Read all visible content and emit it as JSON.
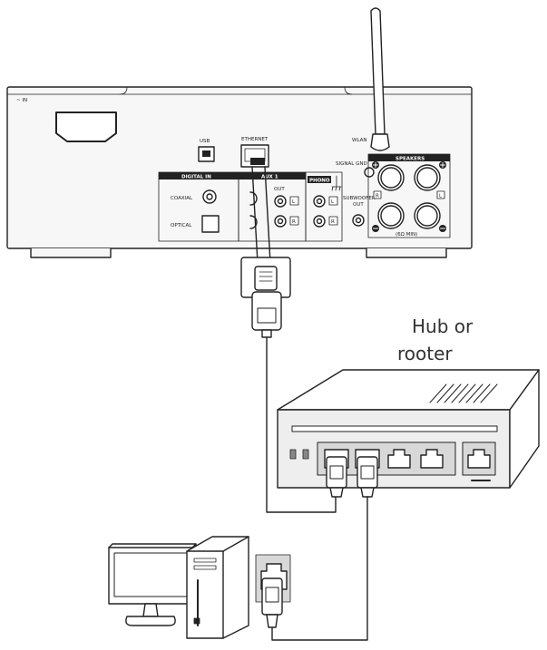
{
  "diagram": {
    "hub_label_line1": "Hub or",
    "hub_label_line2": "rooter",
    "panel": {
      "ac_in": "~ IN",
      "usb": "USB",
      "ethernet": "ETHERNET",
      "wlan": "WLAN",
      "signal_gnd": "SIGNAL GND",
      "digital_in": "DIGITAL IN",
      "coaxial": "COAXIAL",
      "optical": "OPTICAL",
      "aux1": "AUX 1",
      "out": "OUT",
      "phono": "PHONO",
      "subwoofer_line1": "SUBWOOFER",
      "subwoofer_line2": "OUT",
      "speakers": "SPEAKERS",
      "ohm": "(6Ω MIN)",
      "left": "L",
      "right": "R"
    }
  },
  "colors": {
    "line": "#222222",
    "panel_fill": "#f7f7f7",
    "hub_fill": "#eeeeee",
    "port_fill": "#d8d8d8"
  }
}
